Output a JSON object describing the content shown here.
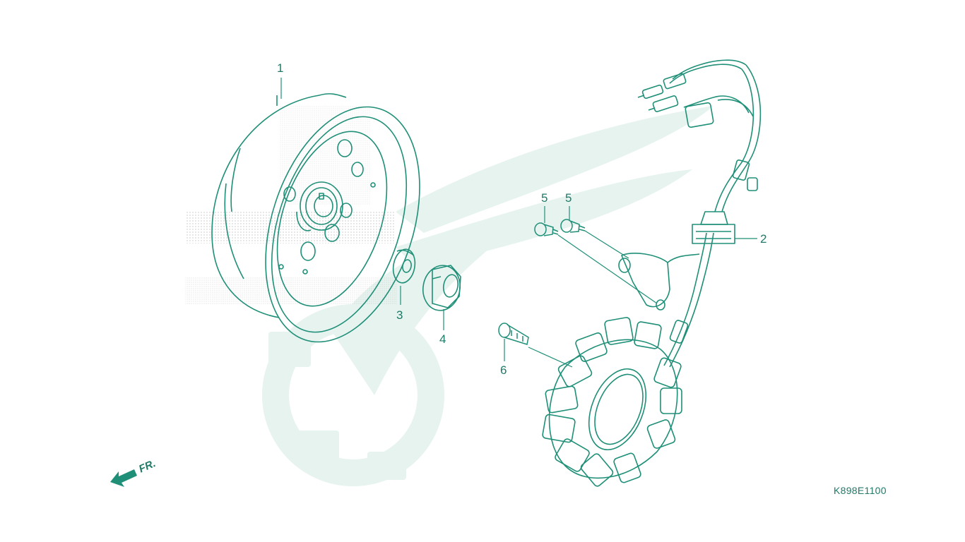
{
  "colors": {
    "line": "#1f8f78",
    "watermark": "#e6f3ef",
    "label": "#1f7a68"
  },
  "callouts": [
    {
      "id": "1",
      "label": "1"
    },
    {
      "id": "2",
      "label": "2"
    },
    {
      "id": "3",
      "label": "3"
    },
    {
      "id": "4",
      "label": "4"
    },
    {
      "id": "5a",
      "label": "5"
    },
    {
      "id": "5b",
      "label": "5"
    },
    {
      "id": "6",
      "label": "6"
    }
  ],
  "direction": {
    "label": "FR."
  },
  "diagram_code": "K898E1100"
}
